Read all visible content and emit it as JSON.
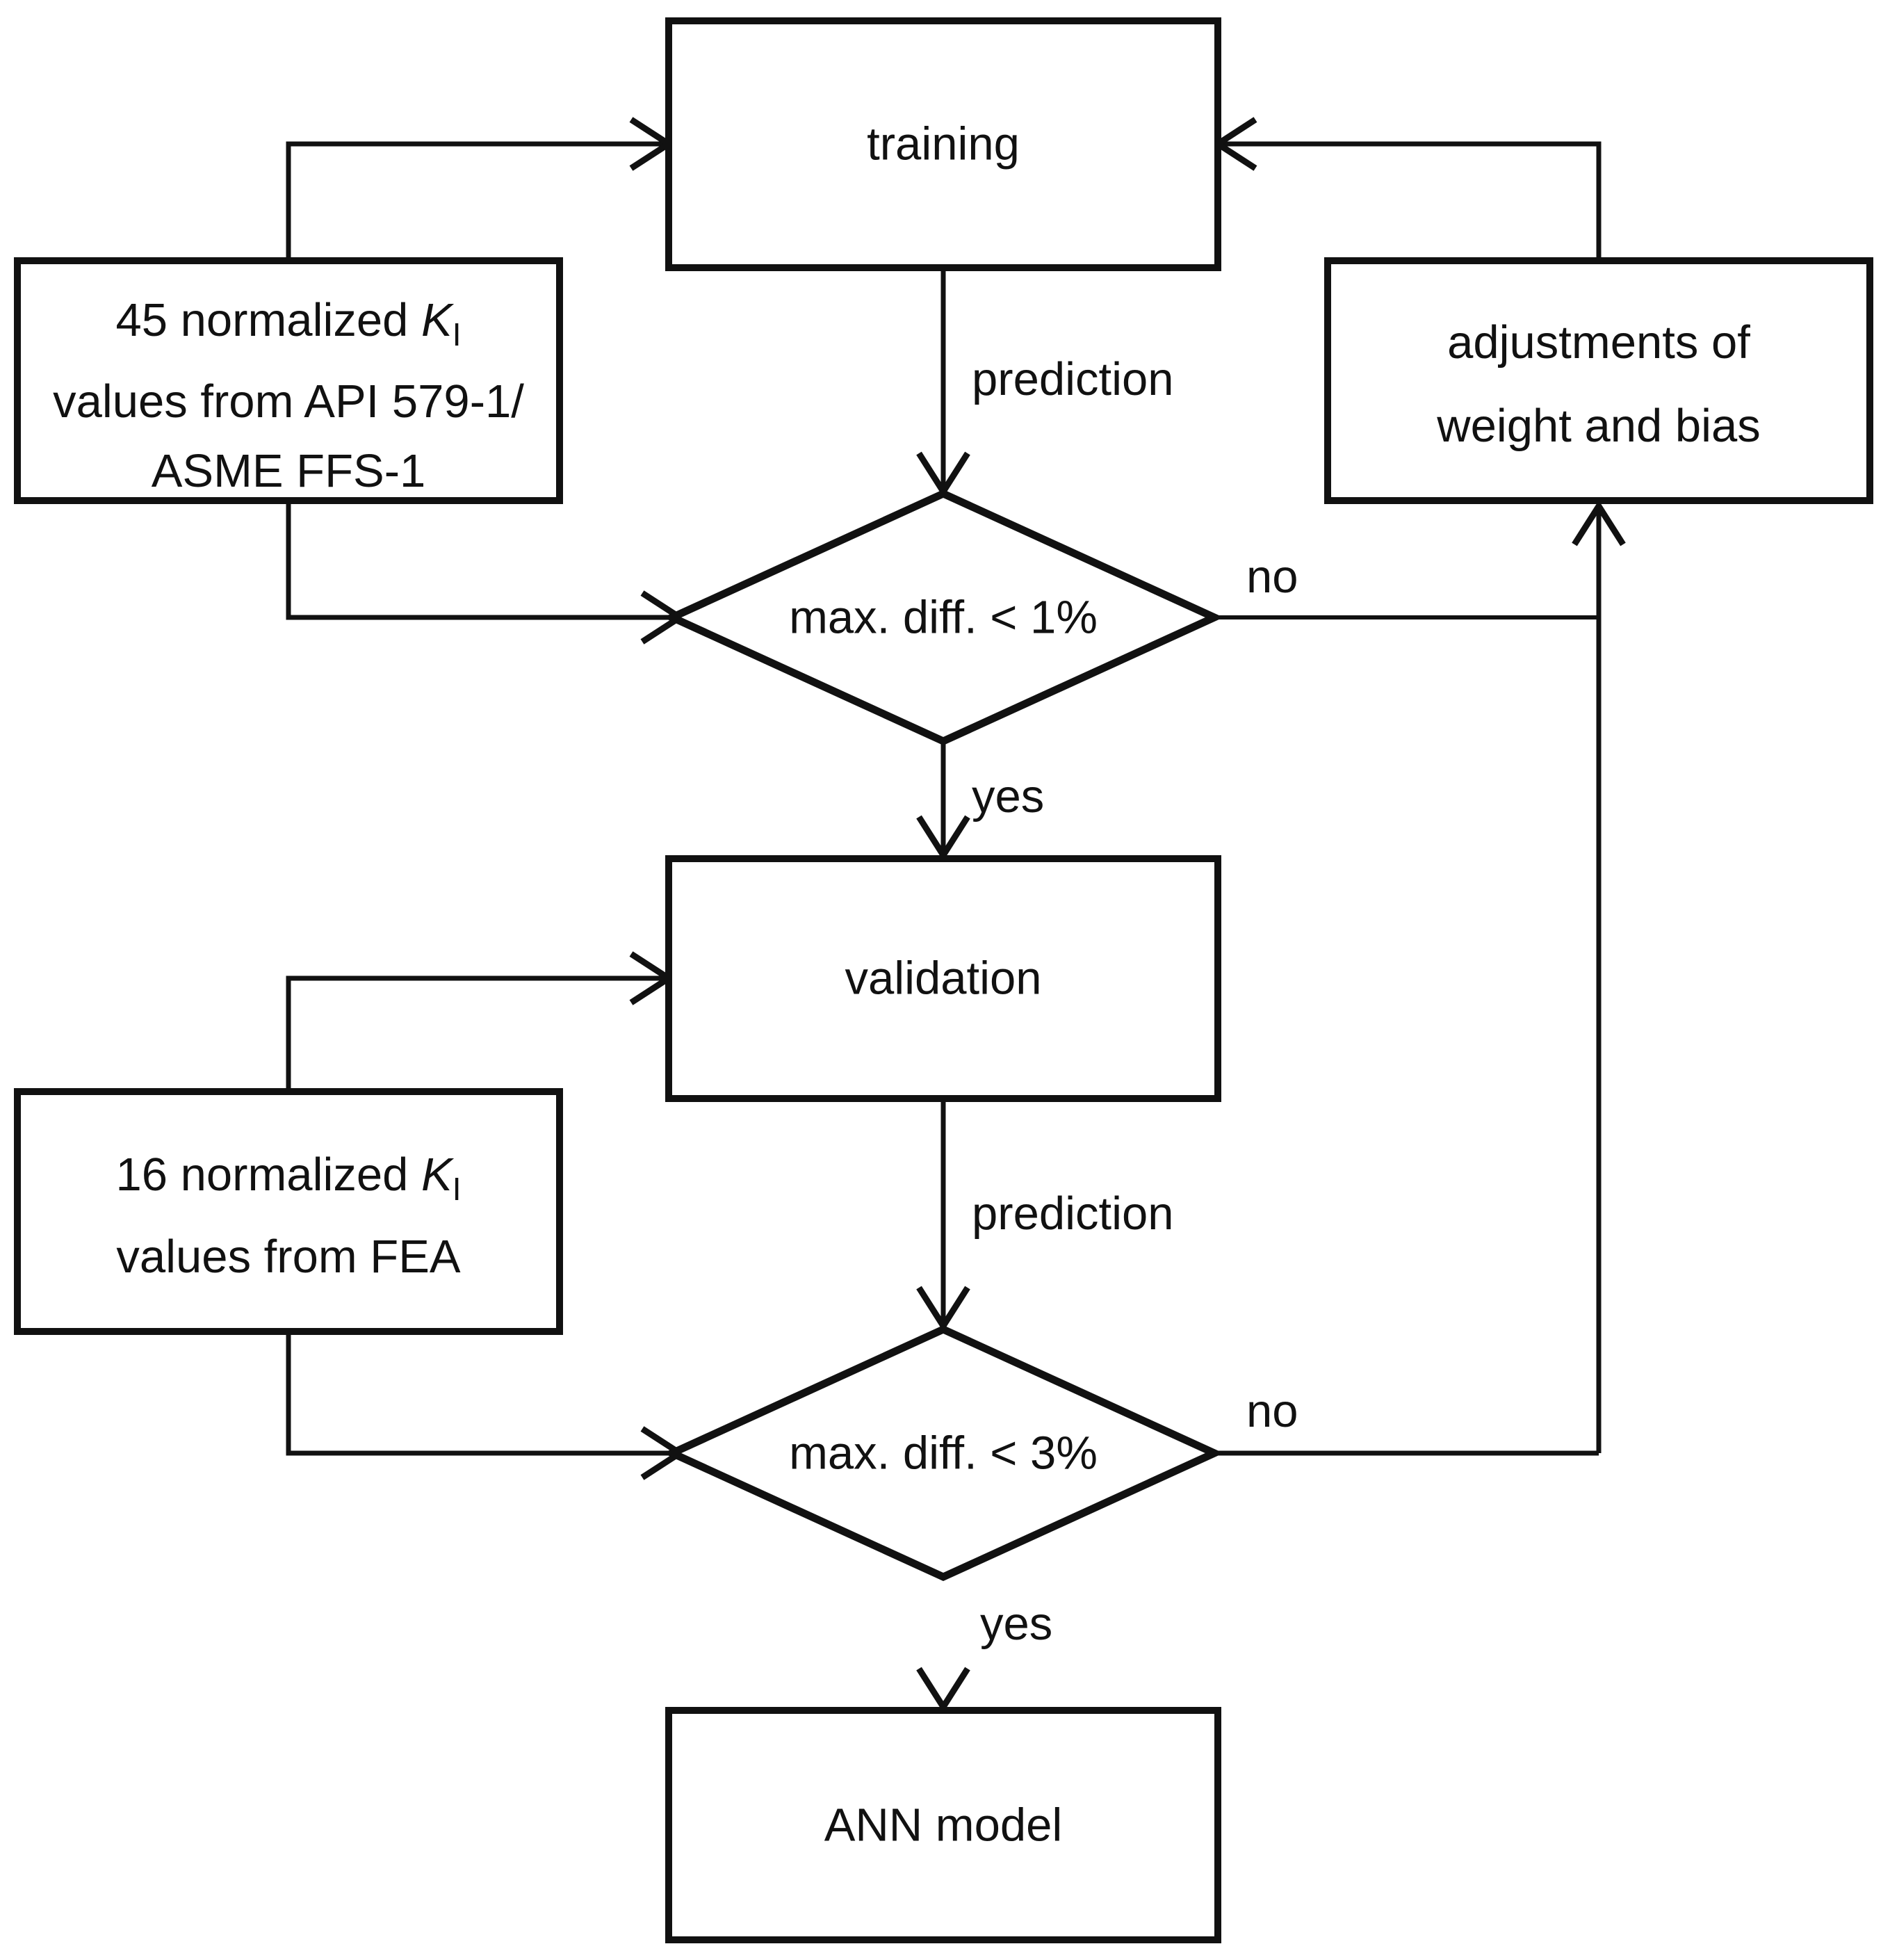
{
  "diagram": {
    "colors": {
      "stroke": "#111111",
      "background": "#ffffff"
    },
    "nodes": {
      "training": {
        "label": "training"
      },
      "input_training": {
        "prefix": "45 normalized ",
        "symbol": "K",
        "subscript": "I",
        "line2": "values from API 579-1/",
        "line3": "ASME FFS-1"
      },
      "adjustments": {
        "line1": "adjustments of",
        "line2": "weight and bias"
      },
      "decision1": {
        "label": "max. diff. < 1%"
      },
      "validation": {
        "label": "validation"
      },
      "input_validation": {
        "prefix": "16 normalized ",
        "symbol": "K",
        "subscript": "I",
        "line2": "values from FEA"
      },
      "decision2": {
        "label": "max. diff. < 3%"
      },
      "ann_model": {
        "label": "ANN model"
      }
    },
    "edge_labels": {
      "prediction1": "prediction",
      "yes1": "yes",
      "no1": "no",
      "prediction2": "prediction",
      "yes2": "yes",
      "no2": "no"
    }
  }
}
